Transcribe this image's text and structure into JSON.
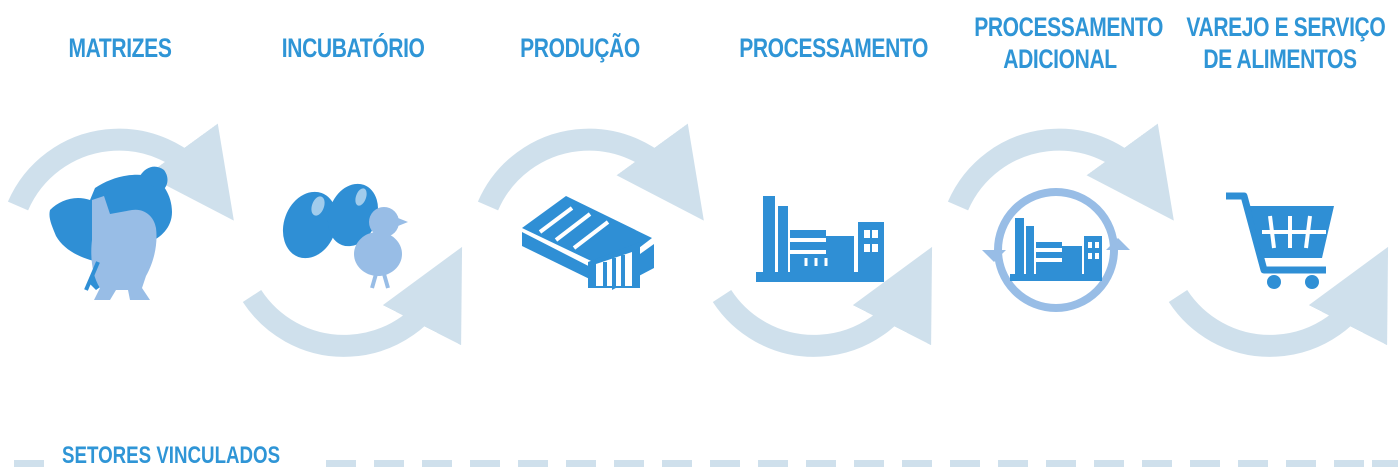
{
  "stages": [
    {
      "line1": "MATRIZES",
      "line2": "",
      "icon": "poultry-breeders-icon"
    },
    {
      "line1": "INCUBATÓRIO",
      "line2": "",
      "icon": "eggs-chick-icon"
    },
    {
      "line1": "PRODUÇÃO",
      "line2": "",
      "icon": "poultry-house-icon"
    },
    {
      "line1": "PROCESSAMENTO",
      "line2": "",
      "icon": "factory-icon"
    },
    {
      "line1": "PROCESSAMENTO",
      "line2": "ADICIONAL",
      "icon": "factory-recycle-icon"
    },
    {
      "line1": "VAREJO E SERVIÇO",
      "line2": "DE ALIMENTOS",
      "icon": "shopping-cart-icon"
    }
  ],
  "footer": {
    "label": "SETORES VINCULADOS"
  },
  "colors": {
    "title": "#2f95d6",
    "icon_primary": "#2f8fd5",
    "icon_secondary": "#98bde6",
    "arrow": "#cfe0ec",
    "dashes": "#cfe0ec"
  }
}
